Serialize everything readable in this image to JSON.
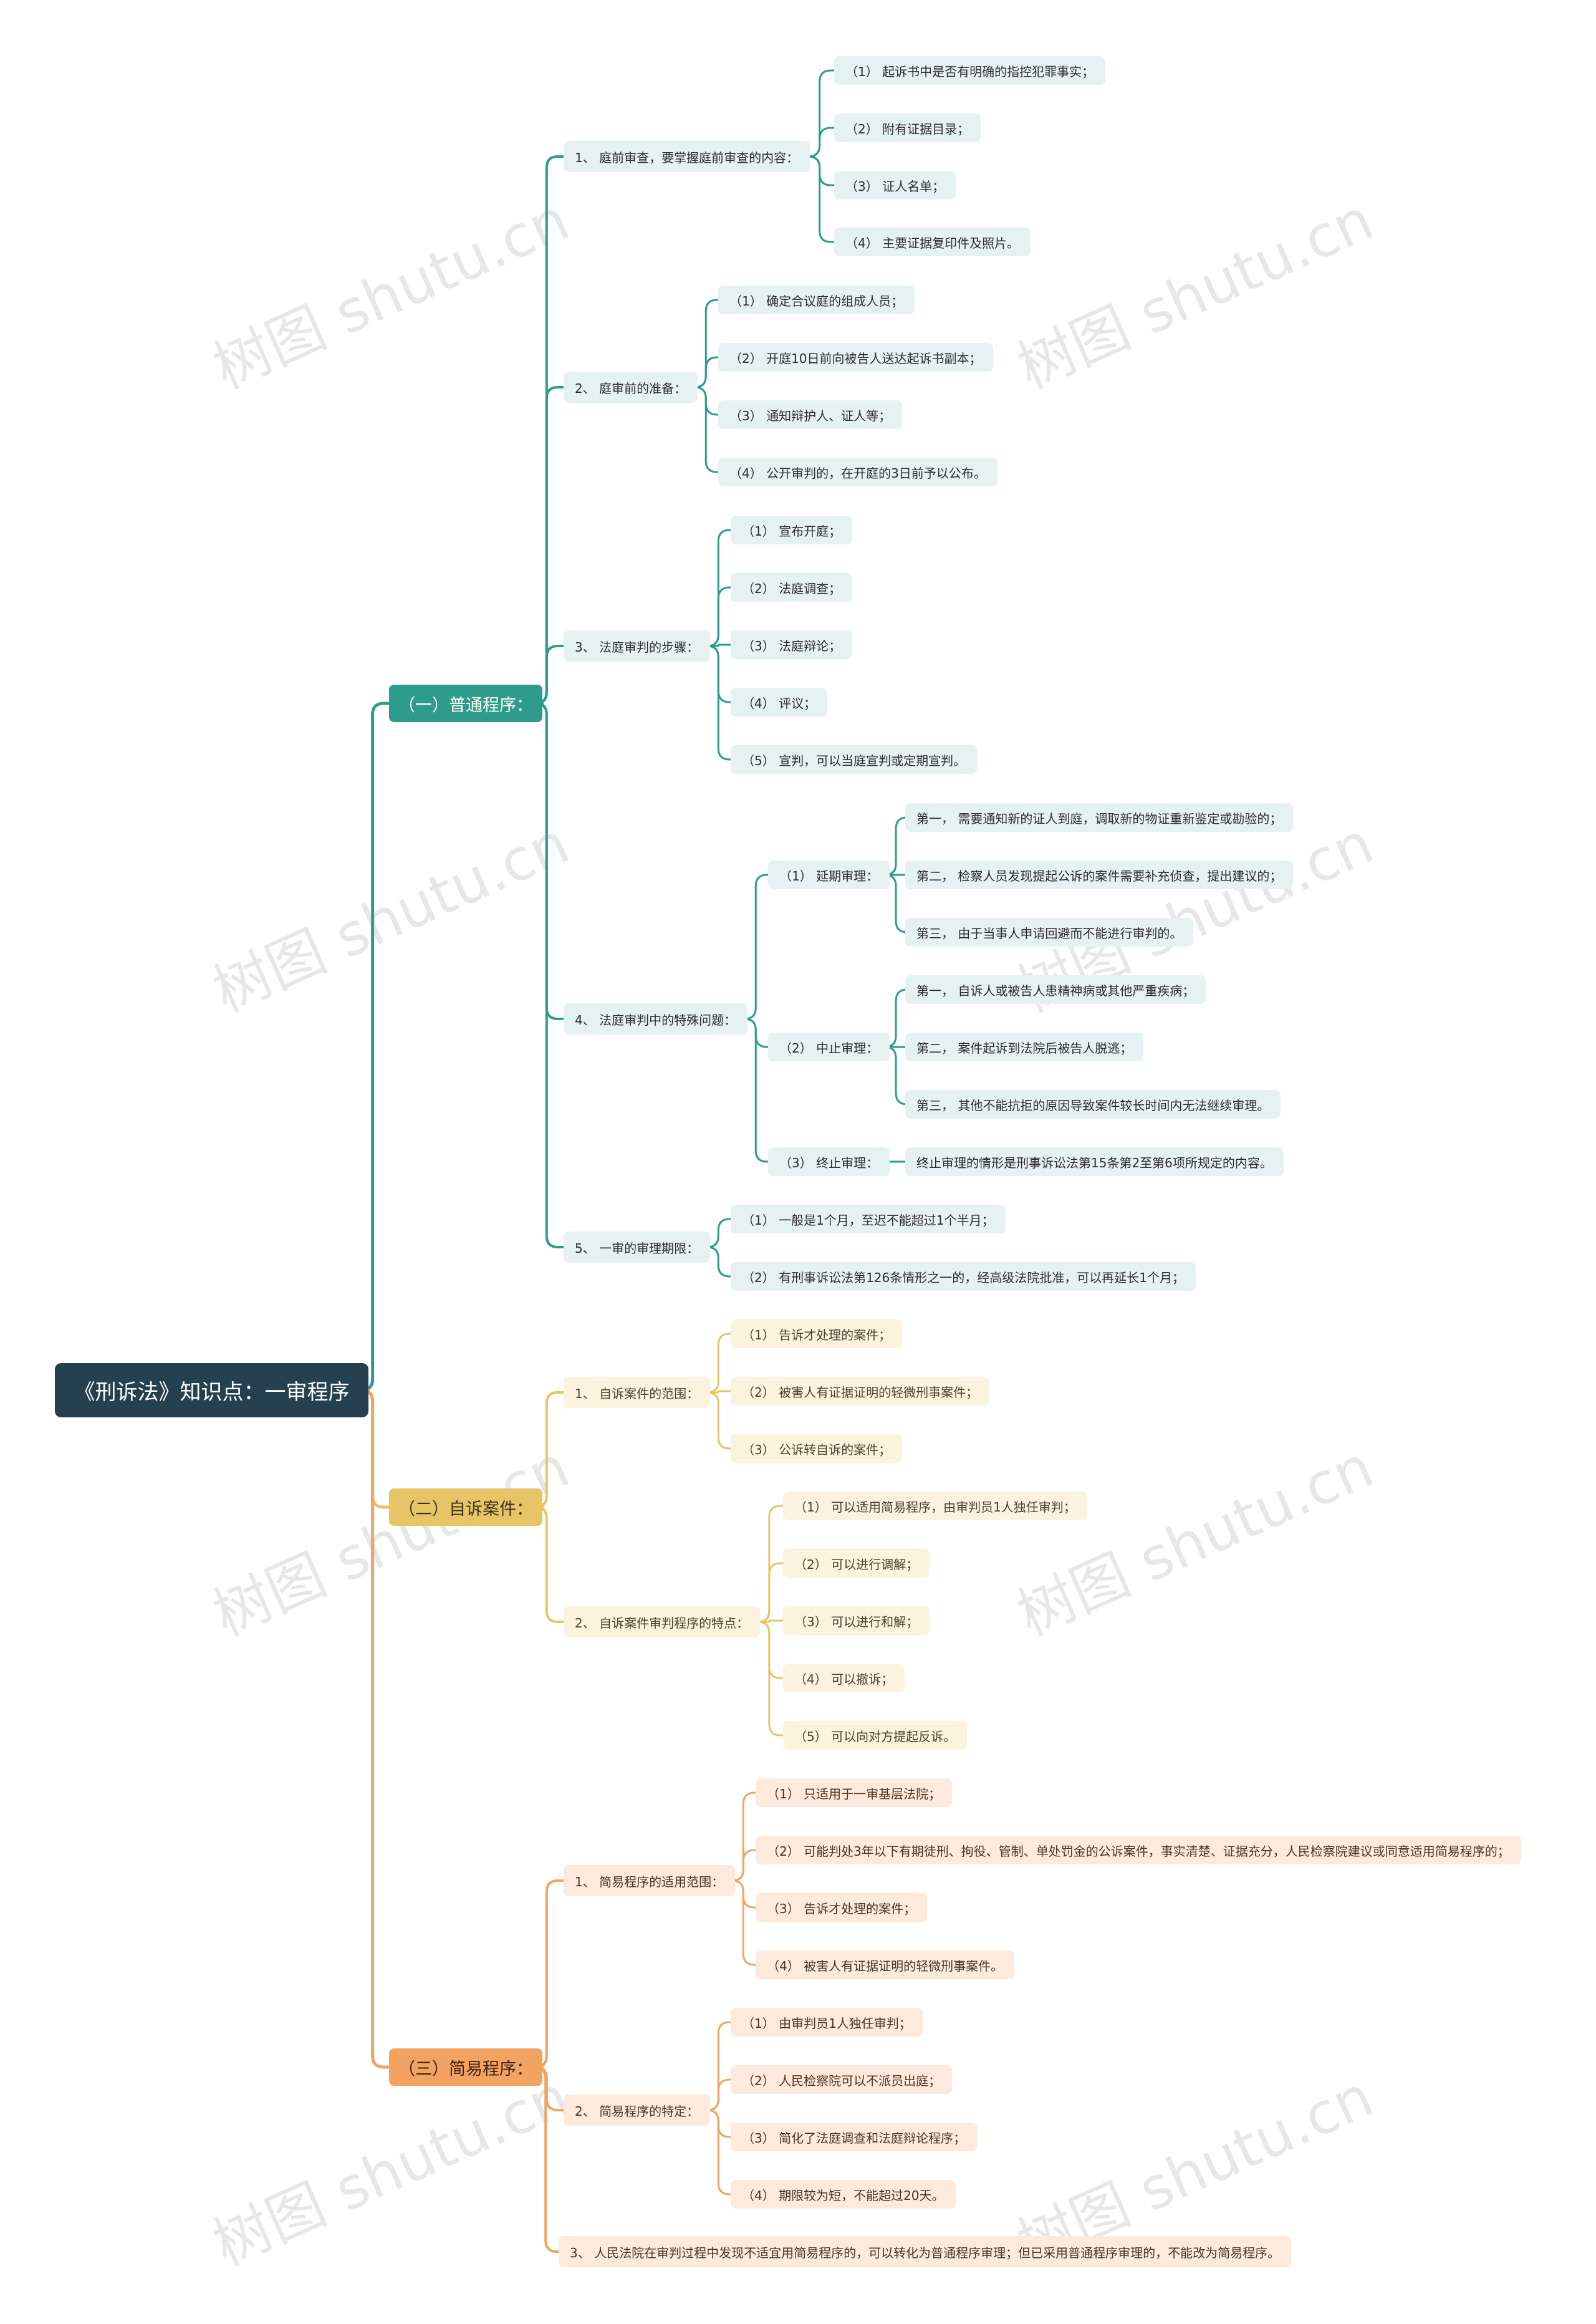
{
  "root": {
    "label": "《刑诉法》知识点：一审程序"
  },
  "colors": {
    "green": "#2e9c8c",
    "yellow": "#e7c566",
    "orange": "#f2a361",
    "root": "#25404f"
  },
  "watermark": "树图 shutu.cn",
  "branches": [
    {
      "label": "（一）普通程序：",
      "children": [
        {
          "label": "1、 庭前审查，要掌握庭前审查的内容：",
          "children": [
            {
              "label": "（1） 起诉书中是否有明确的指控犯罪事实；"
            },
            {
              "label": "（2） 附有证据目录；"
            },
            {
              "label": "（3） 证人名单；"
            },
            {
              "label": "（4） 主要证据复印件及照片。"
            }
          ]
        },
        {
          "label": "2、 庭审前的准备：",
          "children": [
            {
              "label": "（1） 确定合议庭的组成人员；"
            },
            {
              "label": "（2） 开庭10日前向被告人送达起诉书副本；"
            },
            {
              "label": "（3） 通知辩护人、证人等；"
            },
            {
              "label": "（4） 公开审判的，在开庭的3日前予以公布。"
            }
          ]
        },
        {
          "label": "3、 法庭审判的步骤：",
          "children": [
            {
              "label": "（1） 宣布开庭；"
            },
            {
              "label": "（2） 法庭调查；"
            },
            {
              "label": "（3） 法庭辩论；"
            },
            {
              "label": "（4） 评议；"
            },
            {
              "label": "（5） 宣判，可以当庭宣判或定期宣判。"
            }
          ]
        },
        {
          "label": "4、 法庭审判中的特殊问题：",
          "children": [
            {
              "label": "（1） 延期审理：",
              "children": [
                {
                  "label": "第一， 需要通知新的证人到庭，调取新的物证重新鉴定或勘验的；"
                },
                {
                  "label": "第二， 检察人员发现提起公诉的案件需要补充侦查，提出建议的；"
                },
                {
                  "label": "第三， 由于当事人申请回避而不能进行审判的。"
                }
              ]
            },
            {
              "label": "（2） 中止审理：",
              "children": [
                {
                  "label": "第一， 自诉人或被告人患精神病或其他严重疾病；"
                },
                {
                  "label": "第二， 案件起诉到法院后被告人脱逃；"
                },
                {
                  "label": "第三， 其他不能抗拒的原因导致案件较长时间内无法继续审理。"
                }
              ]
            },
            {
              "label": "（3） 终止审理：",
              "children": [
                {
                  "label": "终止审理的情形是刑事诉讼法第15条第2至第6项所规定的内容。"
                }
              ]
            }
          ]
        },
        {
          "label": "5、 一审的审理期限：",
          "children": [
            {
              "label": "（1） 一般是1个月，至迟不能超过1个半月；"
            },
            {
              "label": "（2） 有刑事诉讼法第126条情形之一的，经高级法院批准，可以再延长1个月；"
            }
          ]
        }
      ]
    },
    {
      "label": "（二）自诉案件：",
      "children": [
        {
          "label": "1、 自诉案件的范围：",
          "children": [
            {
              "label": "（1） 告诉才处理的案件；"
            },
            {
              "label": "（2） 被害人有证据证明的轻微刑事案件；"
            },
            {
              "label": "（3） 公诉转自诉的案件；"
            }
          ]
        },
        {
          "label": "2、 自诉案件审判程序的特点：",
          "children": [
            {
              "label": "（1） 可以适用简易程序，由审判员1人独任审判；"
            },
            {
              "label": "（2） 可以进行调解；"
            },
            {
              "label": "（3） 可以进行和解；"
            },
            {
              "label": "（4） 可以撤诉；"
            },
            {
              "label": "（5） 可以向对方提起反诉。"
            }
          ]
        }
      ]
    },
    {
      "label": "（三）简易程序：",
      "children": [
        {
          "label": "1、 简易程序的适用范围：",
          "children": [
            {
              "label": "（1） 只适用于一审基层法院；"
            },
            {
              "label": "（2） 可能判处3年以下有期徒刑、拘役、管制、单处罚金的公诉案件，事实清楚、证据充分，人民检察院建议或同意适用简易程序的；"
            },
            {
              "label": "（3） 告诉才处理的案件；"
            },
            {
              "label": "（4） 被害人有证据证明的轻微刑事案件。"
            }
          ]
        },
        {
          "label": "2、 简易程序的特定：",
          "children": [
            {
              "label": "（1） 由审判员1人独任审判；"
            },
            {
              "label": "（2） 人民检察院可以不派员出庭；"
            },
            {
              "label": "（3） 简化了法庭调查和法庭辩论程序；"
            },
            {
              "label": "（4） 期限较为短，不能超过20天。"
            }
          ]
        },
        {
          "label": "3、 人民法院在审判过程中发现不适宜用简易程序的，可以转化为普通程序审理；但已采用普通程序审理的，不能改为简易程序。"
        }
      ]
    }
  ]
}
